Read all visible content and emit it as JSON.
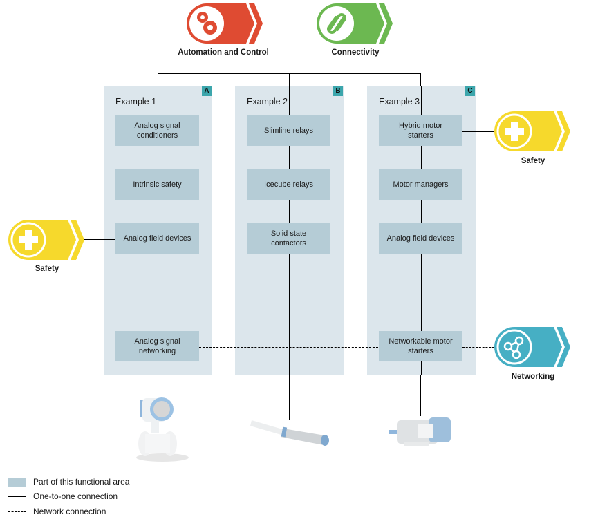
{
  "top_badges": [
    {
      "label": "Automation and Control",
      "icon": "gears-icon",
      "color": "#df4b32"
    },
    {
      "label": "Connectivity",
      "icon": "link-icon",
      "color": "#6cb851"
    }
  ],
  "side_badges": {
    "safety_left": {
      "label": "Safety",
      "icon": "cross-icon",
      "color": "#f6d92c"
    },
    "safety_right": {
      "label": "Safety",
      "icon": "cross-icon",
      "color": "#f6d92c"
    },
    "networking": {
      "label": "Networking",
      "icon": "network-nodes-icon",
      "color": "#46afc4"
    }
  },
  "examples": [
    {
      "letter": "A",
      "title": "Example 1",
      "nodes": [
        "Analog signal\nconditioners",
        "Intrinsic safety",
        "Analog field devices",
        "Analog signal\nnetworking"
      ],
      "device": "flowmeter"
    },
    {
      "letter": "B",
      "title": "Example 2",
      "nodes": [
        "Slimline relays",
        "Icecube relays",
        "Solid state\ncontactors"
      ],
      "device": "proximity sensor"
    },
    {
      "letter": "C",
      "title": "Example 3",
      "nodes": [
        "Hybrid motor\nstarters",
        "Motor managers",
        "Analog field devices",
        "Networkable motor\nstarters"
      ],
      "device": "electric motor"
    }
  ],
  "legend": [
    {
      "type": "swatch",
      "label": "Part of this functional area"
    },
    {
      "type": "solid",
      "label": "One-to-one connection"
    },
    {
      "type": "dashed",
      "label": "Network connection"
    }
  ],
  "colors": {
    "panel": "#dce6ec",
    "node": "#b5ccd6",
    "letter_badge": "#3ca6ac"
  }
}
